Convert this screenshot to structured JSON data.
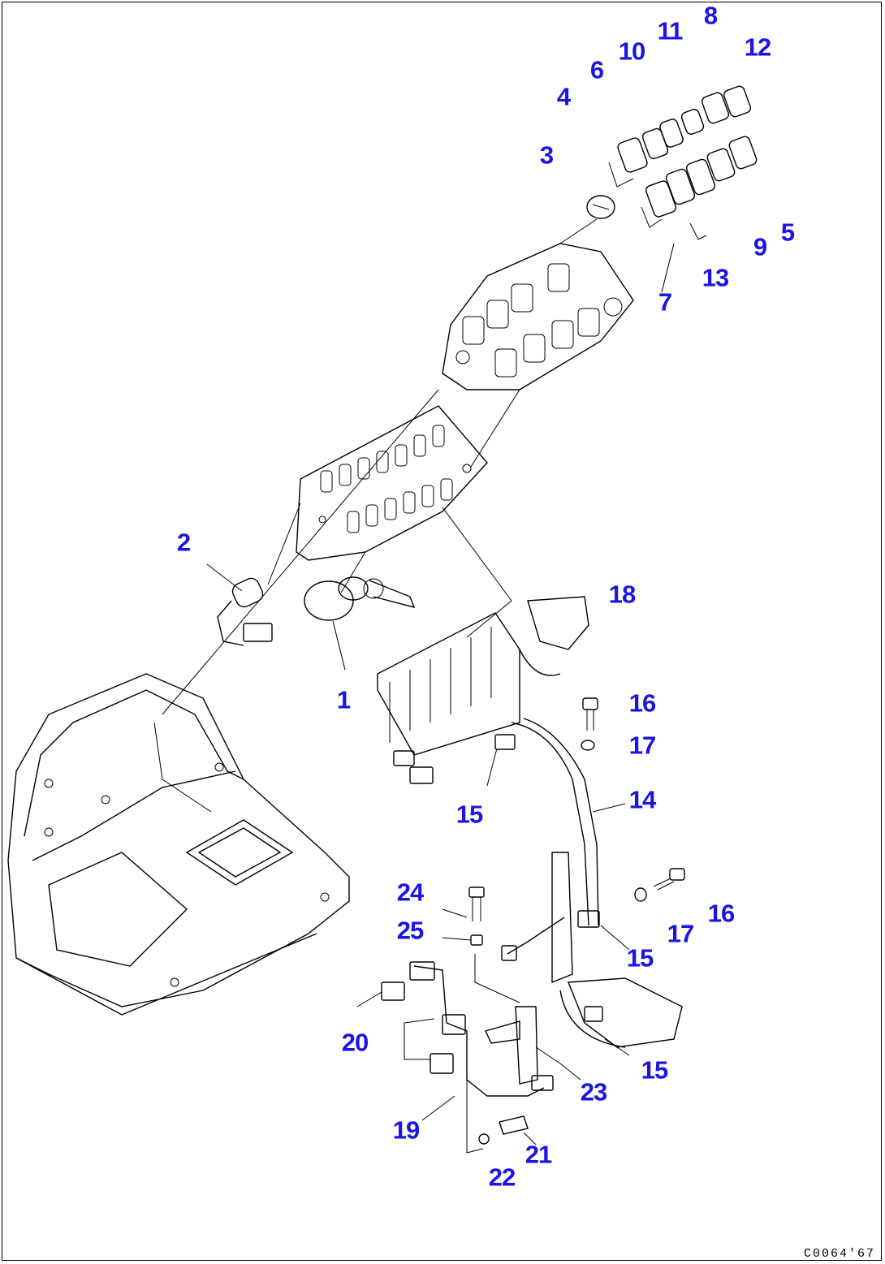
{
  "diagram": {
    "drawing_code": "C0064'67",
    "callouts": [
      "1",
      "2",
      "3",
      "4",
      "5",
      "6",
      "7",
      "8",
      "9",
      "10",
      "11",
      "12",
      "13",
      "14",
      "15",
      "15",
      "15",
      "15",
      "16",
      "16",
      "17",
      "17",
      "18",
      "19",
      "20",
      "21",
      "22",
      "23",
      "24",
      "25"
    ],
    "label_color": "#1a14e6"
  }
}
